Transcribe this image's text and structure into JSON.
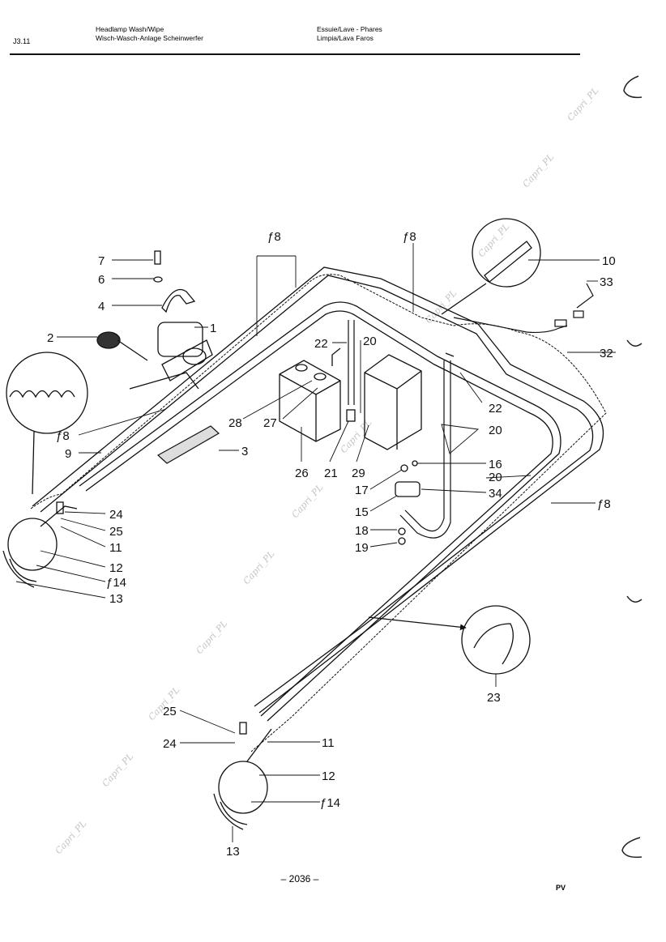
{
  "header": {
    "code": "J3.11",
    "title_en": "Headlamp Wash/Wipe",
    "title_de": "Wisch-Wasch-Anlage Scheinwerfer",
    "title_fr": "Essuie/Lave - Phares",
    "title_es": "Limpia/Lava Faros"
  },
  "footer": {
    "page_number": "– 2036 –",
    "stamp": "PV"
  },
  "watermark": "Capri_PL",
  "callouts": {
    "c7": "7",
    "c6": "6",
    "c4": "4",
    "c2": "2",
    "c1": "1",
    "c8a": "ƒ8",
    "c8b": "ƒ8",
    "c8c": "ƒ8",
    "c8d": "ƒ8",
    "c9": "9",
    "c3": "3",
    "c22a": "22",
    "c20a": "20",
    "c22b": "22",
    "c28": "28",
    "c27": "27",
    "c26": "26",
    "c21": "21",
    "c29": "29",
    "c20b": "20",
    "c20c": "20",
    "c10": "10",
    "c33": "33",
    "c32": "32",
    "c16": "16",
    "c17": "17",
    "c34": "34",
    "c15": "15",
    "c18": "18",
    "c19": "19",
    "c24a": "24",
    "c25a": "25",
    "c11a": "11",
    "c12a": "12",
    "c14a": "ƒ14",
    "c13a": "13",
    "c23": "23",
    "c25b": "25",
    "c24b": "24",
    "c11b": "11",
    "c12b": "12",
    "c14b": "ƒ14",
    "c13b": "13"
  }
}
